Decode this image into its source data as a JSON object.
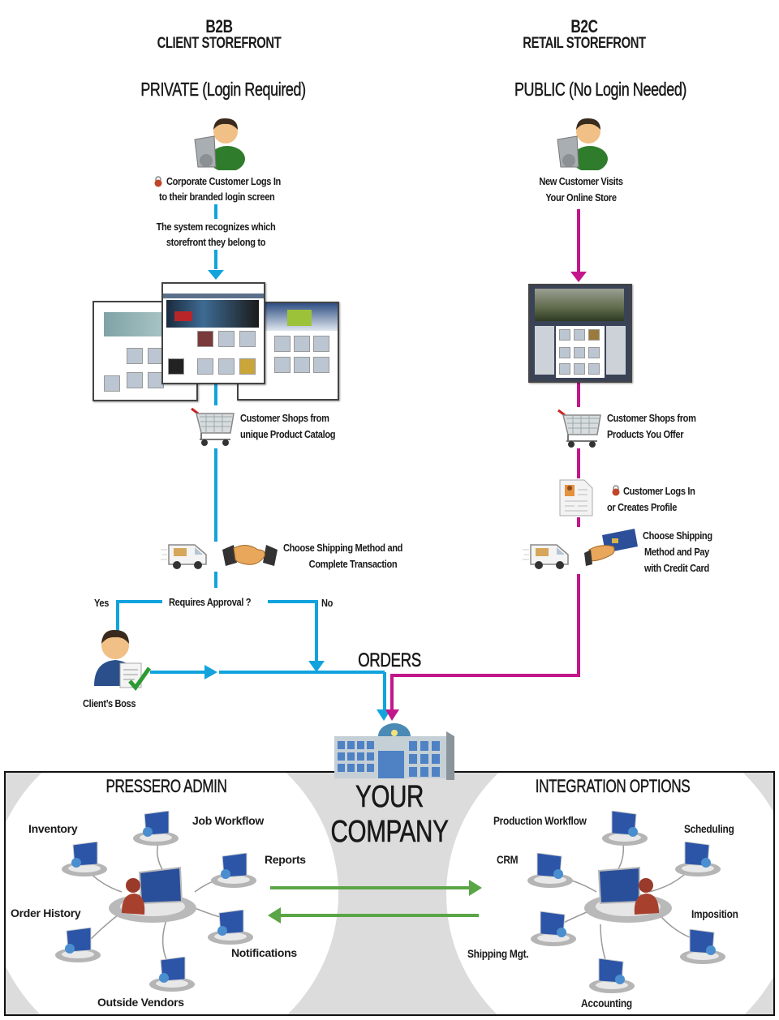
{
  "b2b": {
    "tier": "B2B",
    "title": "CLIENT STOREFRONT",
    "access": "PRIVATE (Login Required)",
    "steps": {
      "login_line1": "Corporate Customer Logs In",
      "login_line2": "to their branded login screen",
      "recognize_line1": "The system  recognizes which",
      "recognize_line2": "storefront they belong to",
      "shop_line1": "Customer Shops from",
      "shop_line2": "unique Product Catalog",
      "ship_line1": "Choose Shipping Method and",
      "ship_line2": "Complete Transaction",
      "approval": "Requires Approval ?",
      "yes": "Yes",
      "no": "No",
      "boss": "Client’s Boss"
    }
  },
  "b2c": {
    "tier": "B2C",
    "title": "RETAIL STOREFRONT",
    "access": "PUBLIC (No Login Needed)",
    "steps": {
      "visit_line1": "New Customer Visits",
      "visit_line2": "Your Online Store",
      "shop_line1": "Customer Shops from",
      "shop_line2": "Products You Offer",
      "login_line1": "Customer Logs In",
      "login_line2": "or Creates Profile",
      "pay_line1": "Choose Shipping",
      "pay_line2": "Method and Pay",
      "pay_line3": "with Credit Card"
    }
  },
  "orders_label": "ORDERS",
  "company_label": "YOUR COMPANY",
  "admin": {
    "title": "PRESSERO ADMIN",
    "nodes": [
      "Inventory",
      "Job Workflow",
      "Reports",
      "Order History",
      "Notifications",
      "Outside Vendors"
    ]
  },
  "integration": {
    "title": "INTEGRATION OPTIONS",
    "nodes": [
      "Production Workflow",
      "Scheduling",
      "CRM",
      "Imposition",
      "Shipping Mgt.",
      "Accounting"
    ]
  },
  "colors": {
    "b2b_flow": "#12a3dd",
    "b2c_flow": "#c2168a",
    "sync_arrows": "#5aa546",
    "panel_bg": "#dcdcdc"
  }
}
